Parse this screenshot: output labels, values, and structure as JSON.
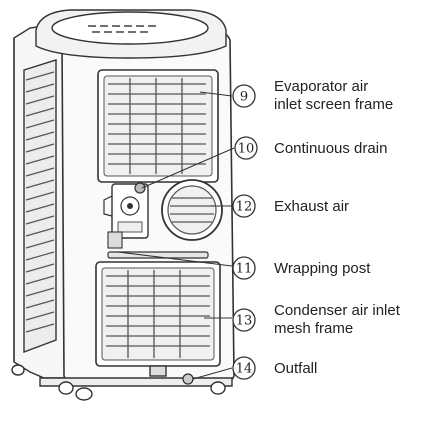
{
  "callouts": [
    {
      "num": "9",
      "lines": [
        "Evaporator air",
        "inlet screen frame"
      ]
    },
    {
      "num": "10",
      "lines": [
        "Continuous drain"
      ]
    },
    {
      "num": "12",
      "lines": [
        "Exhaust air"
      ]
    },
    {
      "num": "11",
      "lines": [
        "Wrapping post"
      ]
    },
    {
      "num": "13",
      "lines": [
        "Condenser air inlet",
        "mesh frame"
      ]
    },
    {
      "num": "14",
      "lines": [
        "Outfall"
      ]
    }
  ],
  "colors": {
    "stroke": "#333333",
    "grille": "#555555",
    "text": "#222222"
  }
}
